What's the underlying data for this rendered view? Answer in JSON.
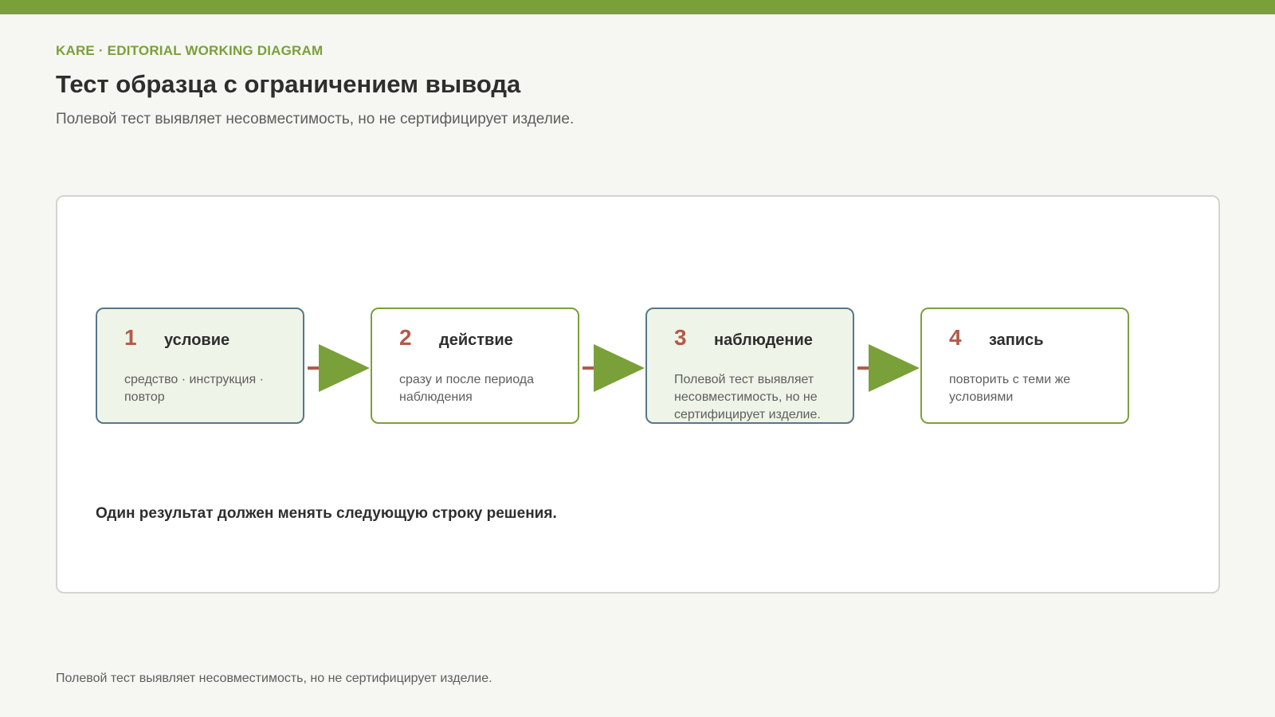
{
  "header": {
    "kicker": "KARE · EDITORIAL WORKING DIAGRAM",
    "title": "Тест образца с ограничением вывода",
    "subtitle": "Полевой тест выявляет несовместимость, но не сертифицирует изделие."
  },
  "steps": [
    {
      "number": "1",
      "title": "условие",
      "description": "средство · инструкция · повтор"
    },
    {
      "number": "2",
      "title": "действие",
      "description": "сразу и после периода наблюдения"
    },
    {
      "number": "3",
      "title": "наблюдение",
      "description": "Полевой тест выявляет несовместимость, но не сертифицирует изделие."
    },
    {
      "number": "4",
      "title": "запись",
      "description": "повторить с теми же условиями"
    }
  ],
  "conclusion": "Один результат должен менять следующую строку решения.",
  "footer": "Полевой тест выявляет несовместимость, но не сертифицирует изделие.",
  "colors": {
    "accent": "#7aa03a",
    "number": "#b45a4a",
    "connector": "#b45a4a",
    "shaded_fill": "#eff4e8",
    "shaded_border": "#587689"
  }
}
